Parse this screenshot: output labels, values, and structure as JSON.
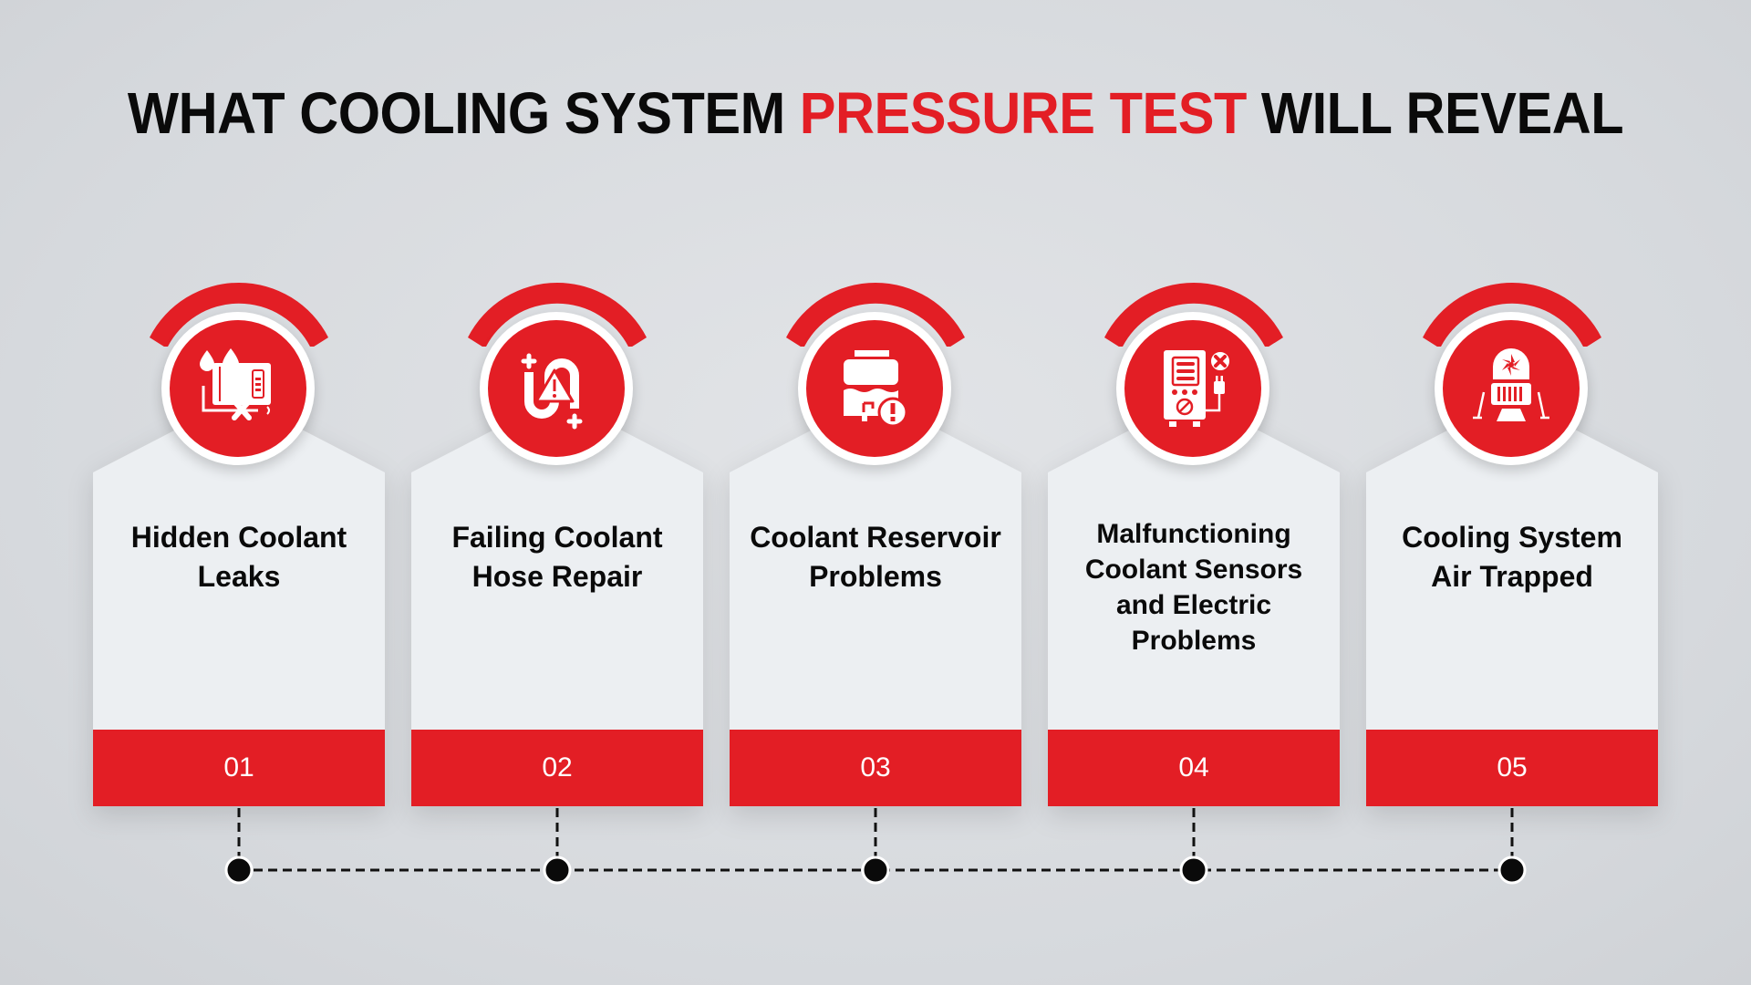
{
  "title": {
    "part1": "WHAT COOLING SYSTEM ",
    "highlight": "PRESSURE TEST",
    "part2": " WILL REVEAL"
  },
  "colors": {
    "accent": "#e31e25",
    "card_bg": "#eceff2",
    "text": "#0a0a0a",
    "background": "#d8dbdf"
  },
  "cards": [
    {
      "number": "01",
      "label": "Hidden Coolant Leaks",
      "icon": "coolant-leak-icon"
    },
    {
      "number": "02",
      "label": "Failing Coolant Hose Repair",
      "icon": "hose-warning-icon"
    },
    {
      "number": "03",
      "label": "Coolant Reservoir Problems",
      "icon": "reservoir-alert-icon"
    },
    {
      "number": "04",
      "label": "Malfunctioning Coolant Sensors and Electric Problems",
      "icon": "electric-sensor-fault-icon"
    },
    {
      "number": "05",
      "label": "Cooling System Air Trapped",
      "icon": "fan-unit-icon"
    }
  ]
}
